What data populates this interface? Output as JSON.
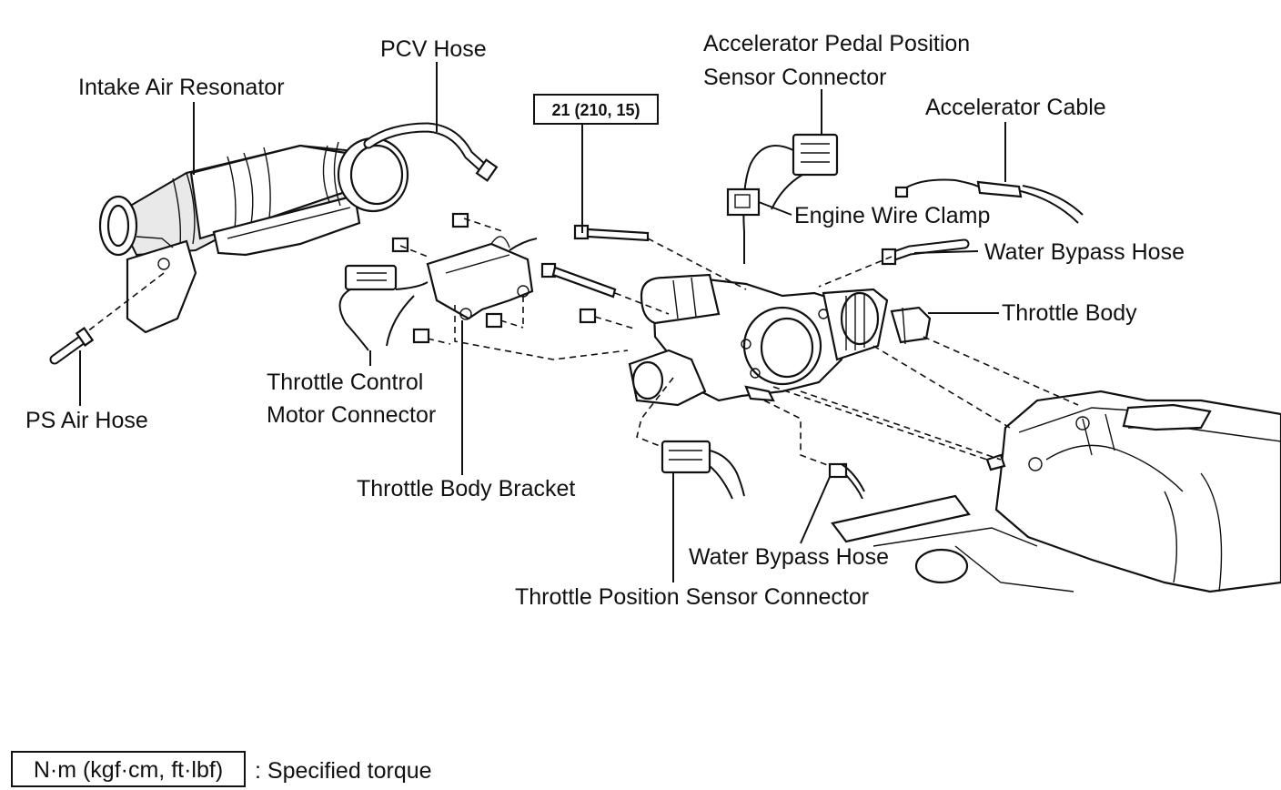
{
  "labels": {
    "pcv_hose": "PCV Hose",
    "intake_air_resonator": "Intake Air Resonator",
    "accel_pedal_line1": "Accelerator Pedal Position",
    "accel_pedal_line2": "Sensor Connector",
    "accelerator_cable": "Accelerator Cable",
    "engine_wire_clamp": "Engine Wire Clamp",
    "water_bypass_hose_upper": "Water Bypass Hose",
    "throttle_body": "Throttle Body",
    "throttle_control_line1": "Throttle Control",
    "throttle_control_line2": "Motor Connector",
    "ps_air_hose": "PS Air Hose",
    "throttle_body_bracket": "Throttle Body Bracket",
    "water_bypass_hose_lower": "Water Bypass Hose",
    "throttle_position_sensor": "Throttle Position Sensor Connector"
  },
  "torque": {
    "value": "21 (210, 15)"
  },
  "legend": {
    "unit_box": "N·m (kgf·cm, ft·lbf)",
    "description": ": Specified torque"
  }
}
